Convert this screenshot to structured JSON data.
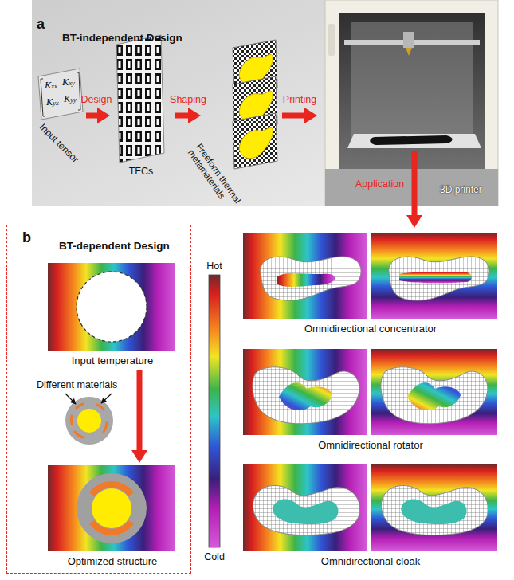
{
  "diagram": {
    "nodes": [
      {
        "text": [
          "BT-independent Design"
        ]
      },
      {
        "text": [
          "Kxx",
          "Kxy",
          "Kyx",
          "Kyy",
          "Input tensor"
        ],
        "in": 0
      },
      {
        "text": [
          "TFCs"
        ],
        "in": 0
      },
      {
        "text": [
          "Freeform thermal metamaterials"
        ],
        "in": 0
      },
      {
        "text": [
          "3D printer"
        ],
        "in": 0
      },
      {
        "text": [
          "BT-dependent Design"
        ]
      },
      {
        "text": [
          "Input temperature"
        ],
        "in": 5
      },
      {
        "text": [
          "Optimized structure"
        ],
        "in": 5
      },
      {
        "text": [
          "Omnidirectional concentrator"
        ]
      },
      {
        "text": [
          "Omnidirectional rotator"
        ]
      },
      {
        "text": [
          "Omnidirectional cloak"
        ]
      }
    ],
    "edges": [
      {
        "from": 1,
        "to": 2,
        "arrow": "to",
        "label": "Design"
      },
      {
        "from": 2,
        "to": 3,
        "arrow": "to",
        "label": "Shaping"
      },
      {
        "from": 3,
        "to": 4,
        "arrow": "to",
        "label": "Printing"
      },
      {
        "from": 4,
        "to": 8,
        "arrow": "to",
        "label": "Application"
      },
      {
        "from": 6,
        "to": 7,
        "arrow": "to"
      }
    ],
    "labels": [
      "a",
      "b",
      "Different materials",
      "Hot",
      "Cold"
    ]
  }
}
